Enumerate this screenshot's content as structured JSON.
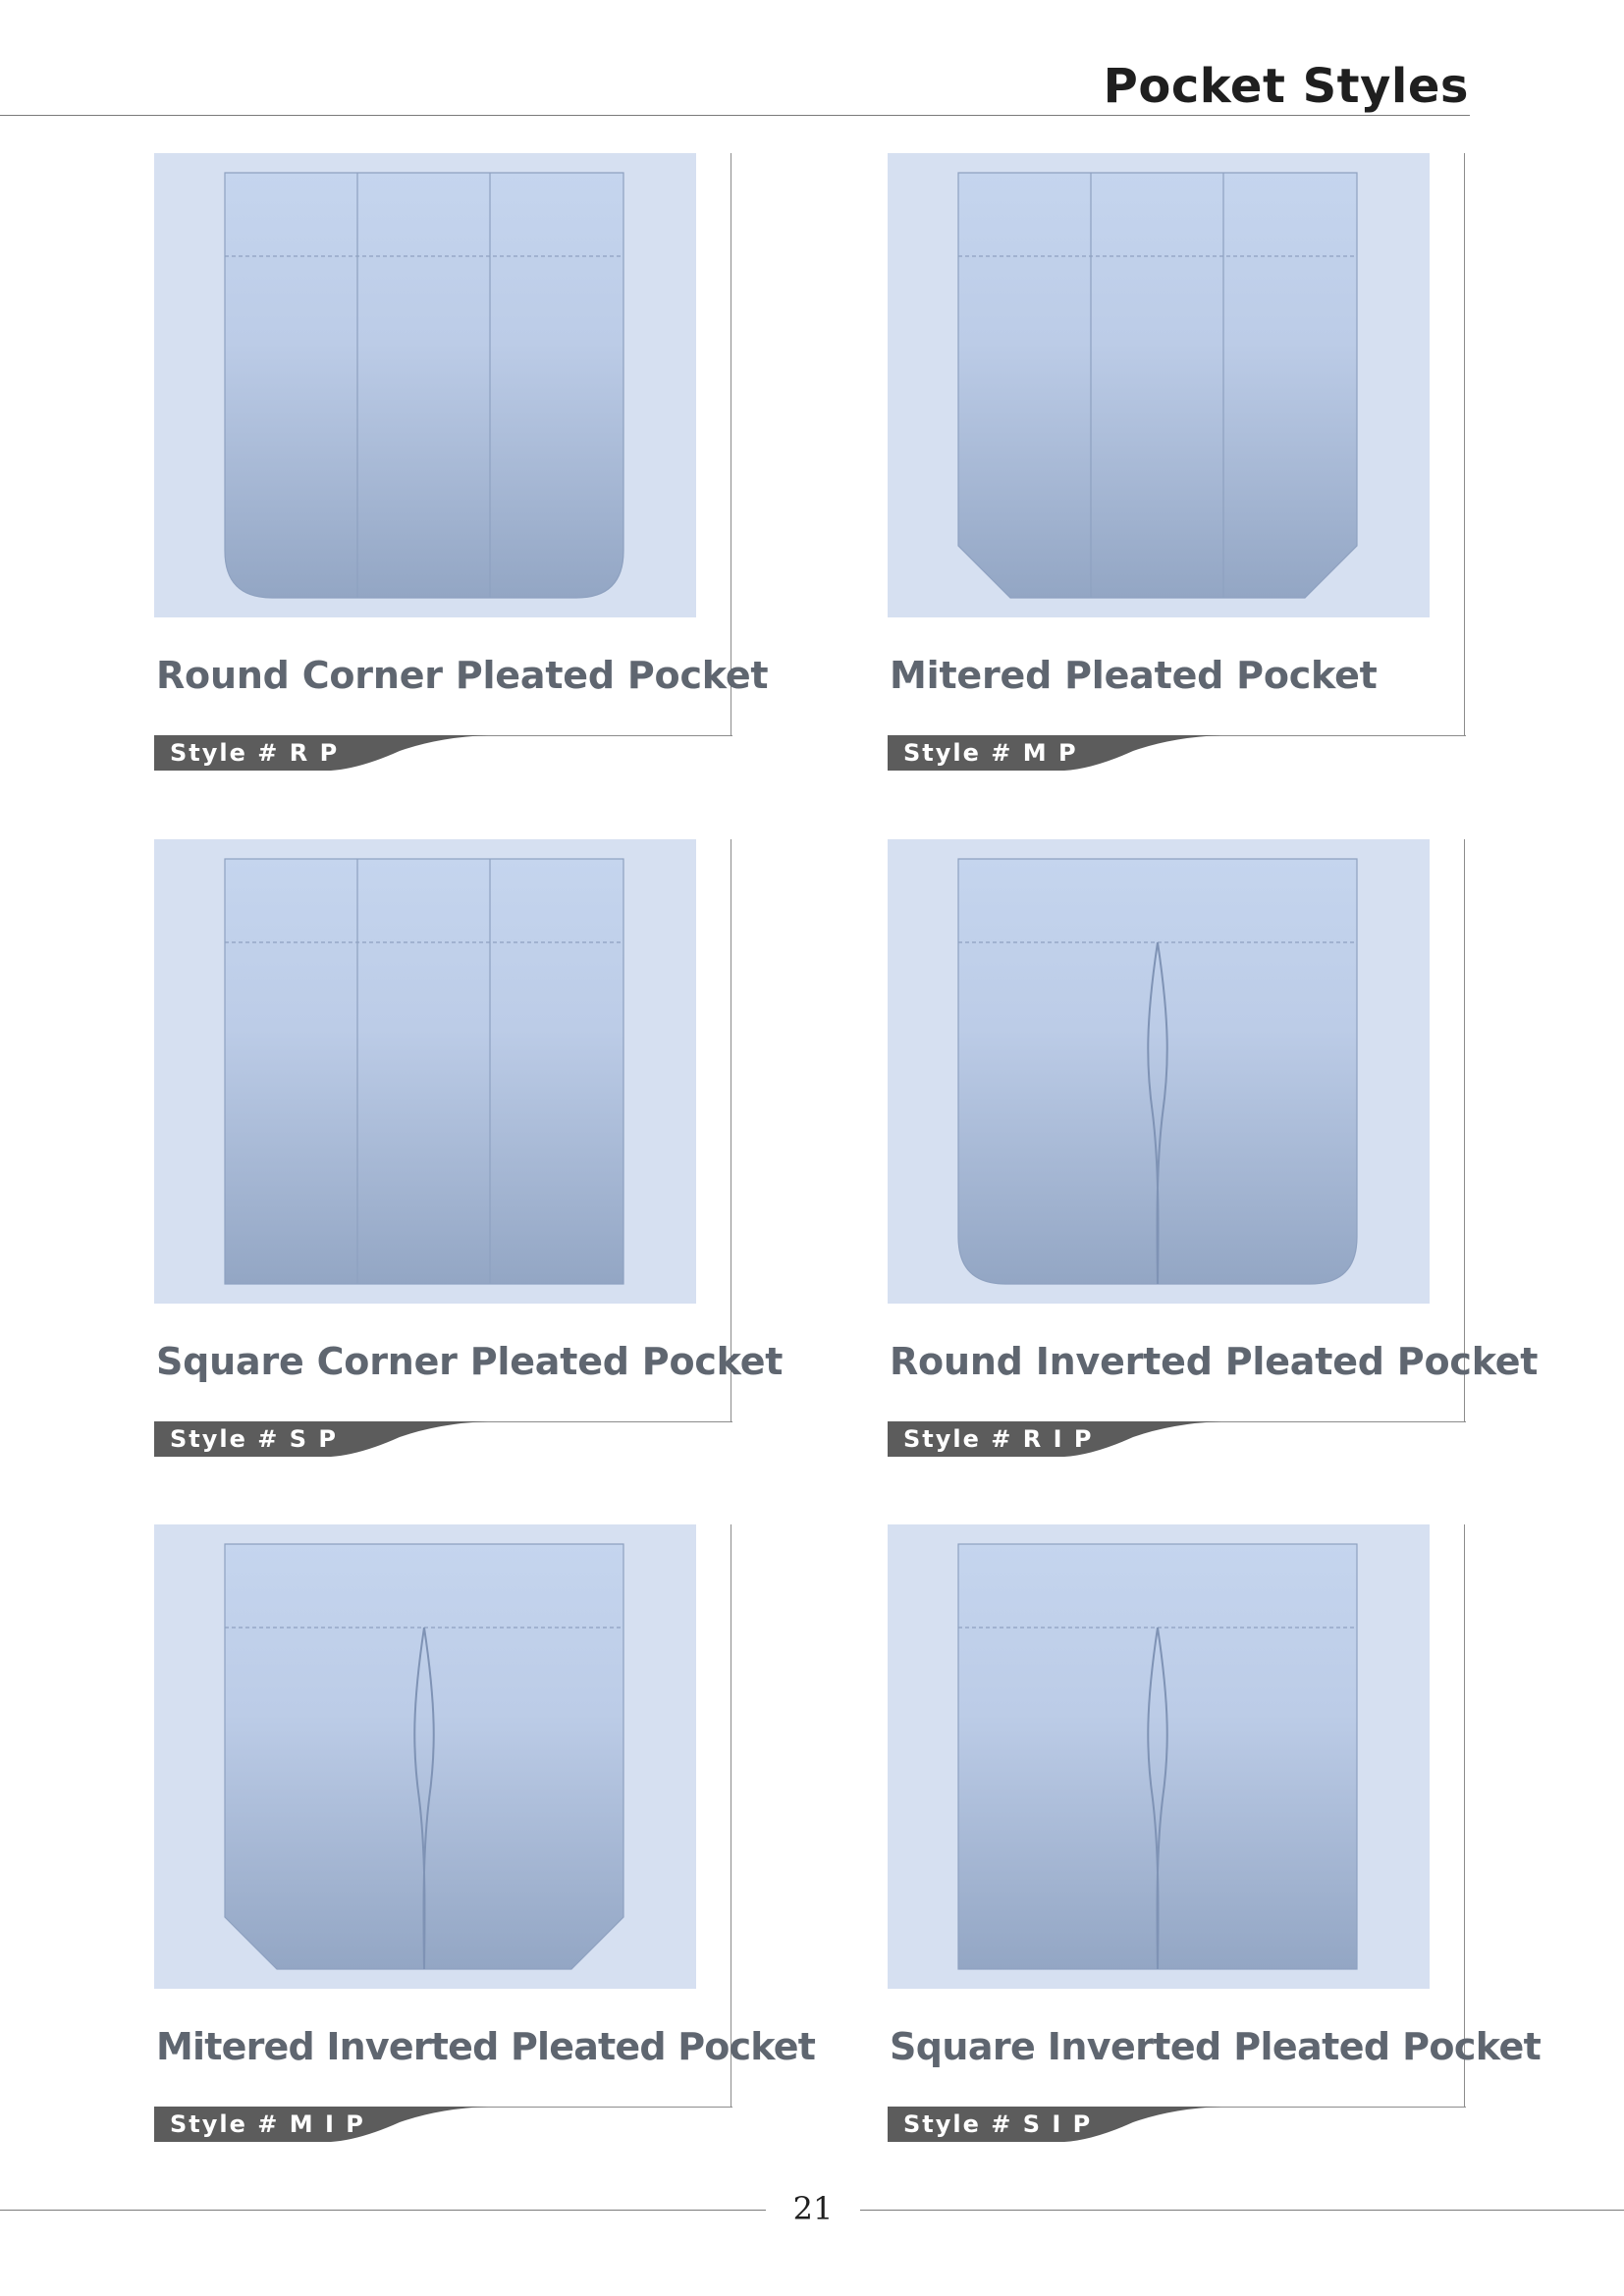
{
  "header": {
    "title": "Pocket Styles"
  },
  "colors": {
    "panel": "#d6e0f1",
    "pocket_top": "#c5d5ee",
    "pocket_bottom": "#93a6c4",
    "stitch": "#8ea1c0",
    "tab": "#5c5c5c"
  },
  "pockets": [
    {
      "name": "Round Corner Pleated Pocket",
      "style": "Style # R P"
    },
    {
      "name": "Mitered Pleated Pocket",
      "style": "Style # M P"
    },
    {
      "name": "Square Corner Pleated Pocket",
      "style": "Style # S P"
    },
    {
      "name": "Round Inverted Pleated Pocket",
      "style": "Style # R I P"
    },
    {
      "name": "Mitered Inverted Pleated Pocket",
      "style": "Style # M I P"
    },
    {
      "name": "Square Inverted Pleated Pocket",
      "style": "Style # S I P"
    }
  ],
  "footer": {
    "page_number": "21"
  }
}
